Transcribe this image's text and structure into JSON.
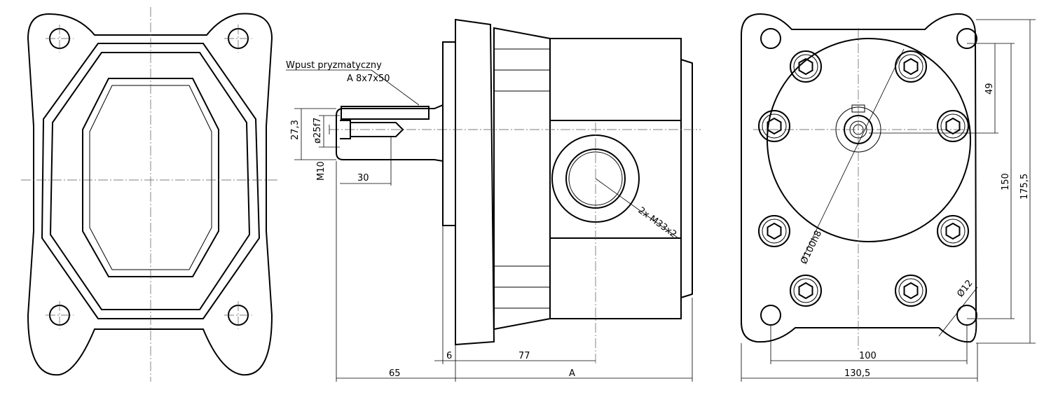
{
  "annotations": {
    "key_label": "Wpust pryzmatyczny",
    "key_spec": "A 8x7x50",
    "port_label": "2x M33x2"
  },
  "dimensions": {
    "shaft_key_height": "27,3",
    "shaft_diameter": "ø25f7",
    "thread": "M10",
    "thread_depth": "30",
    "flange_thickness": "6",
    "port_offset": "77",
    "shaft_length": "65",
    "body_length": "A",
    "pilot_offset": "49",
    "bolt_spacing_v": "150",
    "flange_height": "175,5",
    "pilot_diameter": "Ø100h8",
    "hole_diameter": "Ø12",
    "bolt_spacing_h": "100",
    "flange_width": "130,5"
  }
}
